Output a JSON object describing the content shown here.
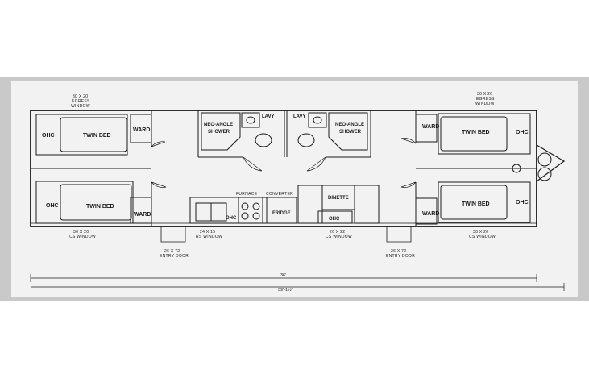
{
  "labels": {
    "ohc": "OHC",
    "twin_bed": "TWIN BED",
    "ward": "WARD",
    "neo_angle": "NEO-ANGLE",
    "shower": "SHOWER",
    "lavy": "LAVY",
    "furnace": "FURNACE",
    "converter": "CONVERTER",
    "fridge": "FRIDGE",
    "dinette": "DINETTE"
  },
  "notes": {
    "egress_size": "30 X 20",
    "egress_label": "EGRESS",
    "window_label": "WINDOW",
    "cs_window_size": "30 X 20",
    "cs_window_label": "CS WINDOW",
    "rs_window_size": "24 X 15",
    "rs_window_label": "RS WINDOW",
    "cs_window_mid_size": "26 X 22",
    "entry_door_size": "26 X 72",
    "entry_door_label": "ENTRY DOOR"
  },
  "dimensions": {
    "inner_length": "36'",
    "overall_length": "39'-1½\""
  }
}
